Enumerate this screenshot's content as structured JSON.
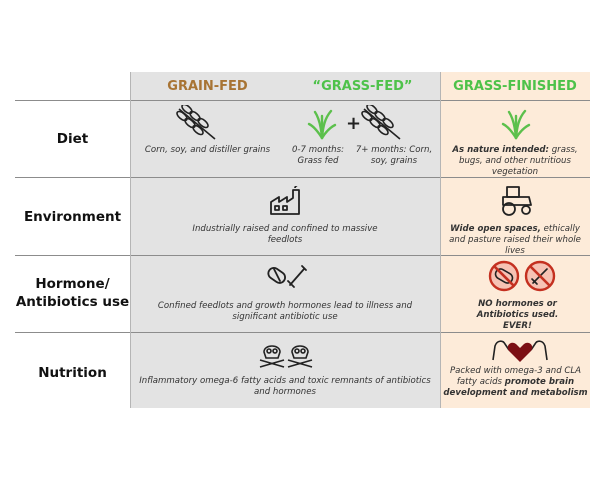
{
  "headers": {
    "grain_fed": "GRAIN-FED",
    "grass_fed": "“GRASS-FED”",
    "grass_finished": "GRASS-FINISHED"
  },
  "rows": {
    "diet": {
      "label": "Diet",
      "grain_fed": "Corn, soy, and distiller grains",
      "grass_fed_plus": "+",
      "grass_fed_a": "0-7 months: Grass fed",
      "grass_fed_b": "7+ months: Corn, soy, grains",
      "grass_finished_bold": "As nature intended:",
      "grass_finished_rest": " grass, bugs, and other nutritious vegetation"
    },
    "environment": {
      "label": "Environment",
      "conventional": "Industrially raised and confined to massive feedlots",
      "grass_finished_bold": "Wide open spaces,",
      "grass_finished_rest": " ethically and pasture raised their whole lives"
    },
    "hormone": {
      "label_line1": "Hormone/",
      "label_line2": "Antibiotics use",
      "conventional": "Confined feedlots and growth hormones lead to illness and significant antibiotic use",
      "grass_finished": "NO hormones or Antibiotics used. EVER!"
    },
    "nutrition": {
      "label": "Nutrition",
      "conventional": "Inflammatory omega-6 fatty acids and toxic remnants of antibiotics and hormones",
      "grass_finished_plain": "Packed with omega-3 and CLA fatty acids ",
      "grass_finished_bold": "promote brain development and metabolism"
    }
  },
  "colors": {
    "grain_header": "#a87434",
    "grass_header": "#4ec24a",
    "gray_column": "#e3e3e3",
    "peach_column": "#fdebd9",
    "heart": "#7b0f14"
  },
  "icons": [
    "wheat-icon",
    "grass-icon",
    "factory-icon",
    "tractor-icon",
    "pill-syringe-icon",
    "no-pill-icon",
    "no-syringe-icon",
    "skull-crossbones-icon",
    "heart-muscle-icon"
  ]
}
